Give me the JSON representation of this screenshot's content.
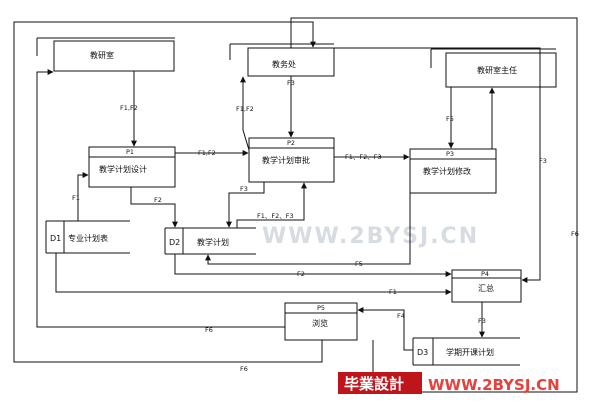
{
  "nodes": {
    "jiaoyanshi": {
      "label": "教研室"
    },
    "jiaowuchu": {
      "label": "教务处"
    },
    "jiaoyanshi_zhuren": {
      "label": "教研室主任"
    },
    "p1": {
      "id": "P1",
      "label": "教学计划设计"
    },
    "p2": {
      "id": "P2",
      "label": "教学计划审批"
    },
    "p3": {
      "id": "P3",
      "label": "教学计划修改"
    },
    "p4": {
      "id": "P4",
      "label": "汇总"
    },
    "p5": {
      "id": "P5",
      "label": "浏览"
    },
    "d1": {
      "id": "D1",
      "label": "专业计划表"
    },
    "d2": {
      "id": "D2",
      "label": "教学计划"
    },
    "d3": {
      "id": "D3",
      "label": "学期开课计划"
    }
  },
  "flow_labels": {
    "f1f2_jys_p1": "F1,F2",
    "f1f2_p2_jwc": "F1,F2",
    "f3_jwc_p2": "F3",
    "f1f2_p1_p2": "F1,F2",
    "f1f2f3_p2_p3": "F1、F2、F3",
    "f5_zr_p3": "F5",
    "f1_d1_p1": "F1",
    "f2_p1_d2": "F2",
    "f3_p2_d2": "F3",
    "f1f2f3_d2_p2": "F1、F2、F3",
    "f5_p3_d2": "F5",
    "f2_d2_p4": "F2",
    "f1_d1_p4": "F1",
    "f3_p3_p4": "F3",
    "f6_right": "F6",
    "f3_p4_d3": "F3",
    "f4_d3_p5": "F4",
    "f6_p5_jys": "F6",
    "f6_bottom": "F6"
  },
  "watermarks": {
    "center": "WWW.2BYSJ.CN",
    "badge": "毕業設計",
    "bottom": "WWW.2BYSJ.CN"
  },
  "colors": {
    "watermark_center": "#d7dce3",
    "watermark_bottom": "#e8403a",
    "badge_bg": "#c0141b",
    "badge_text": "#ffffff"
  }
}
